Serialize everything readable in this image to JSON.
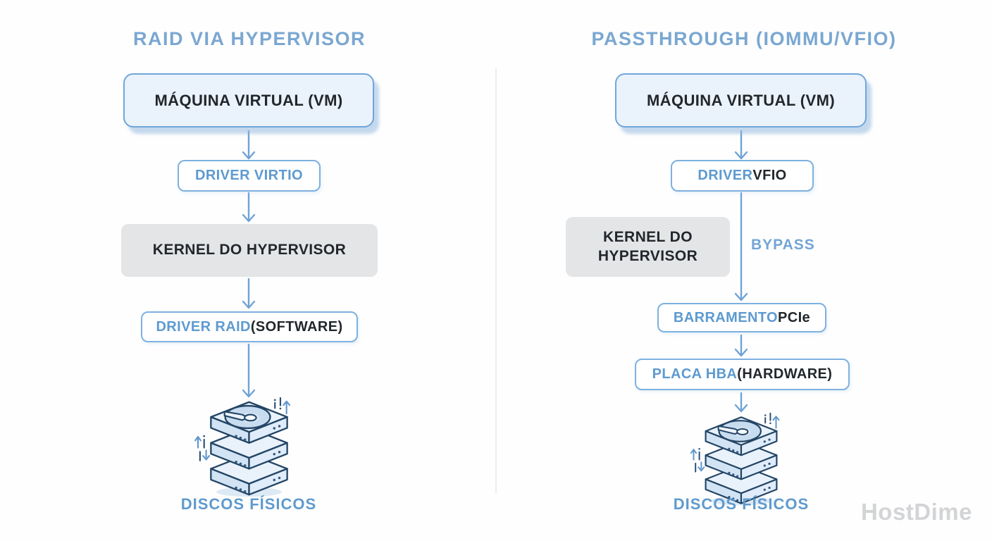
{
  "page": {
    "watermark": "HostDime"
  },
  "colors": {
    "title_blue": "#7aa7d1",
    "accent_blue": "#5d9ad0",
    "arrow_blue": "#6fa3d6",
    "dark_text": "#22272c",
    "vm_fill": "#eaf2fc",
    "box_border": "#6fa6d9",
    "kernel_gray": "#e4e5e7",
    "divider_gray": "#ececee",
    "watermark_gray": "#d3d4d6"
  },
  "icons": {
    "disk_stack": "disk-stack-icon",
    "io_arrows": "io-arrows-icon"
  },
  "left": {
    "title": "RAID VIA HYPERVISOR",
    "vm": "MÁQUINA VIRTUAL (VM)",
    "driver": "DRIVER VIRTIO",
    "kernel": "KERNEL DO HYPERVISOR",
    "raid_blue": "DRIVER RAID ",
    "raid_dark": "(SOFTWARE)",
    "disks": "DISCOS FÍSICOS"
  },
  "right": {
    "title": "PASSTHROUGH (IOMMU/VFIO)",
    "vm": "MÁQUINA VIRTUAL (VM)",
    "driver_blue": "DRIVER ",
    "driver_dark": "VFIO",
    "kernel": "KERNEL DO HYPERVISOR",
    "bypass": "BYPASS",
    "bus_blue": "BARRAMENTO ",
    "bus_dark": "PCIe",
    "hba_blue": "PLACA HBA ",
    "hba_dark": "(HARDWARE)",
    "disks": "DISCOS FÍSICOS"
  }
}
